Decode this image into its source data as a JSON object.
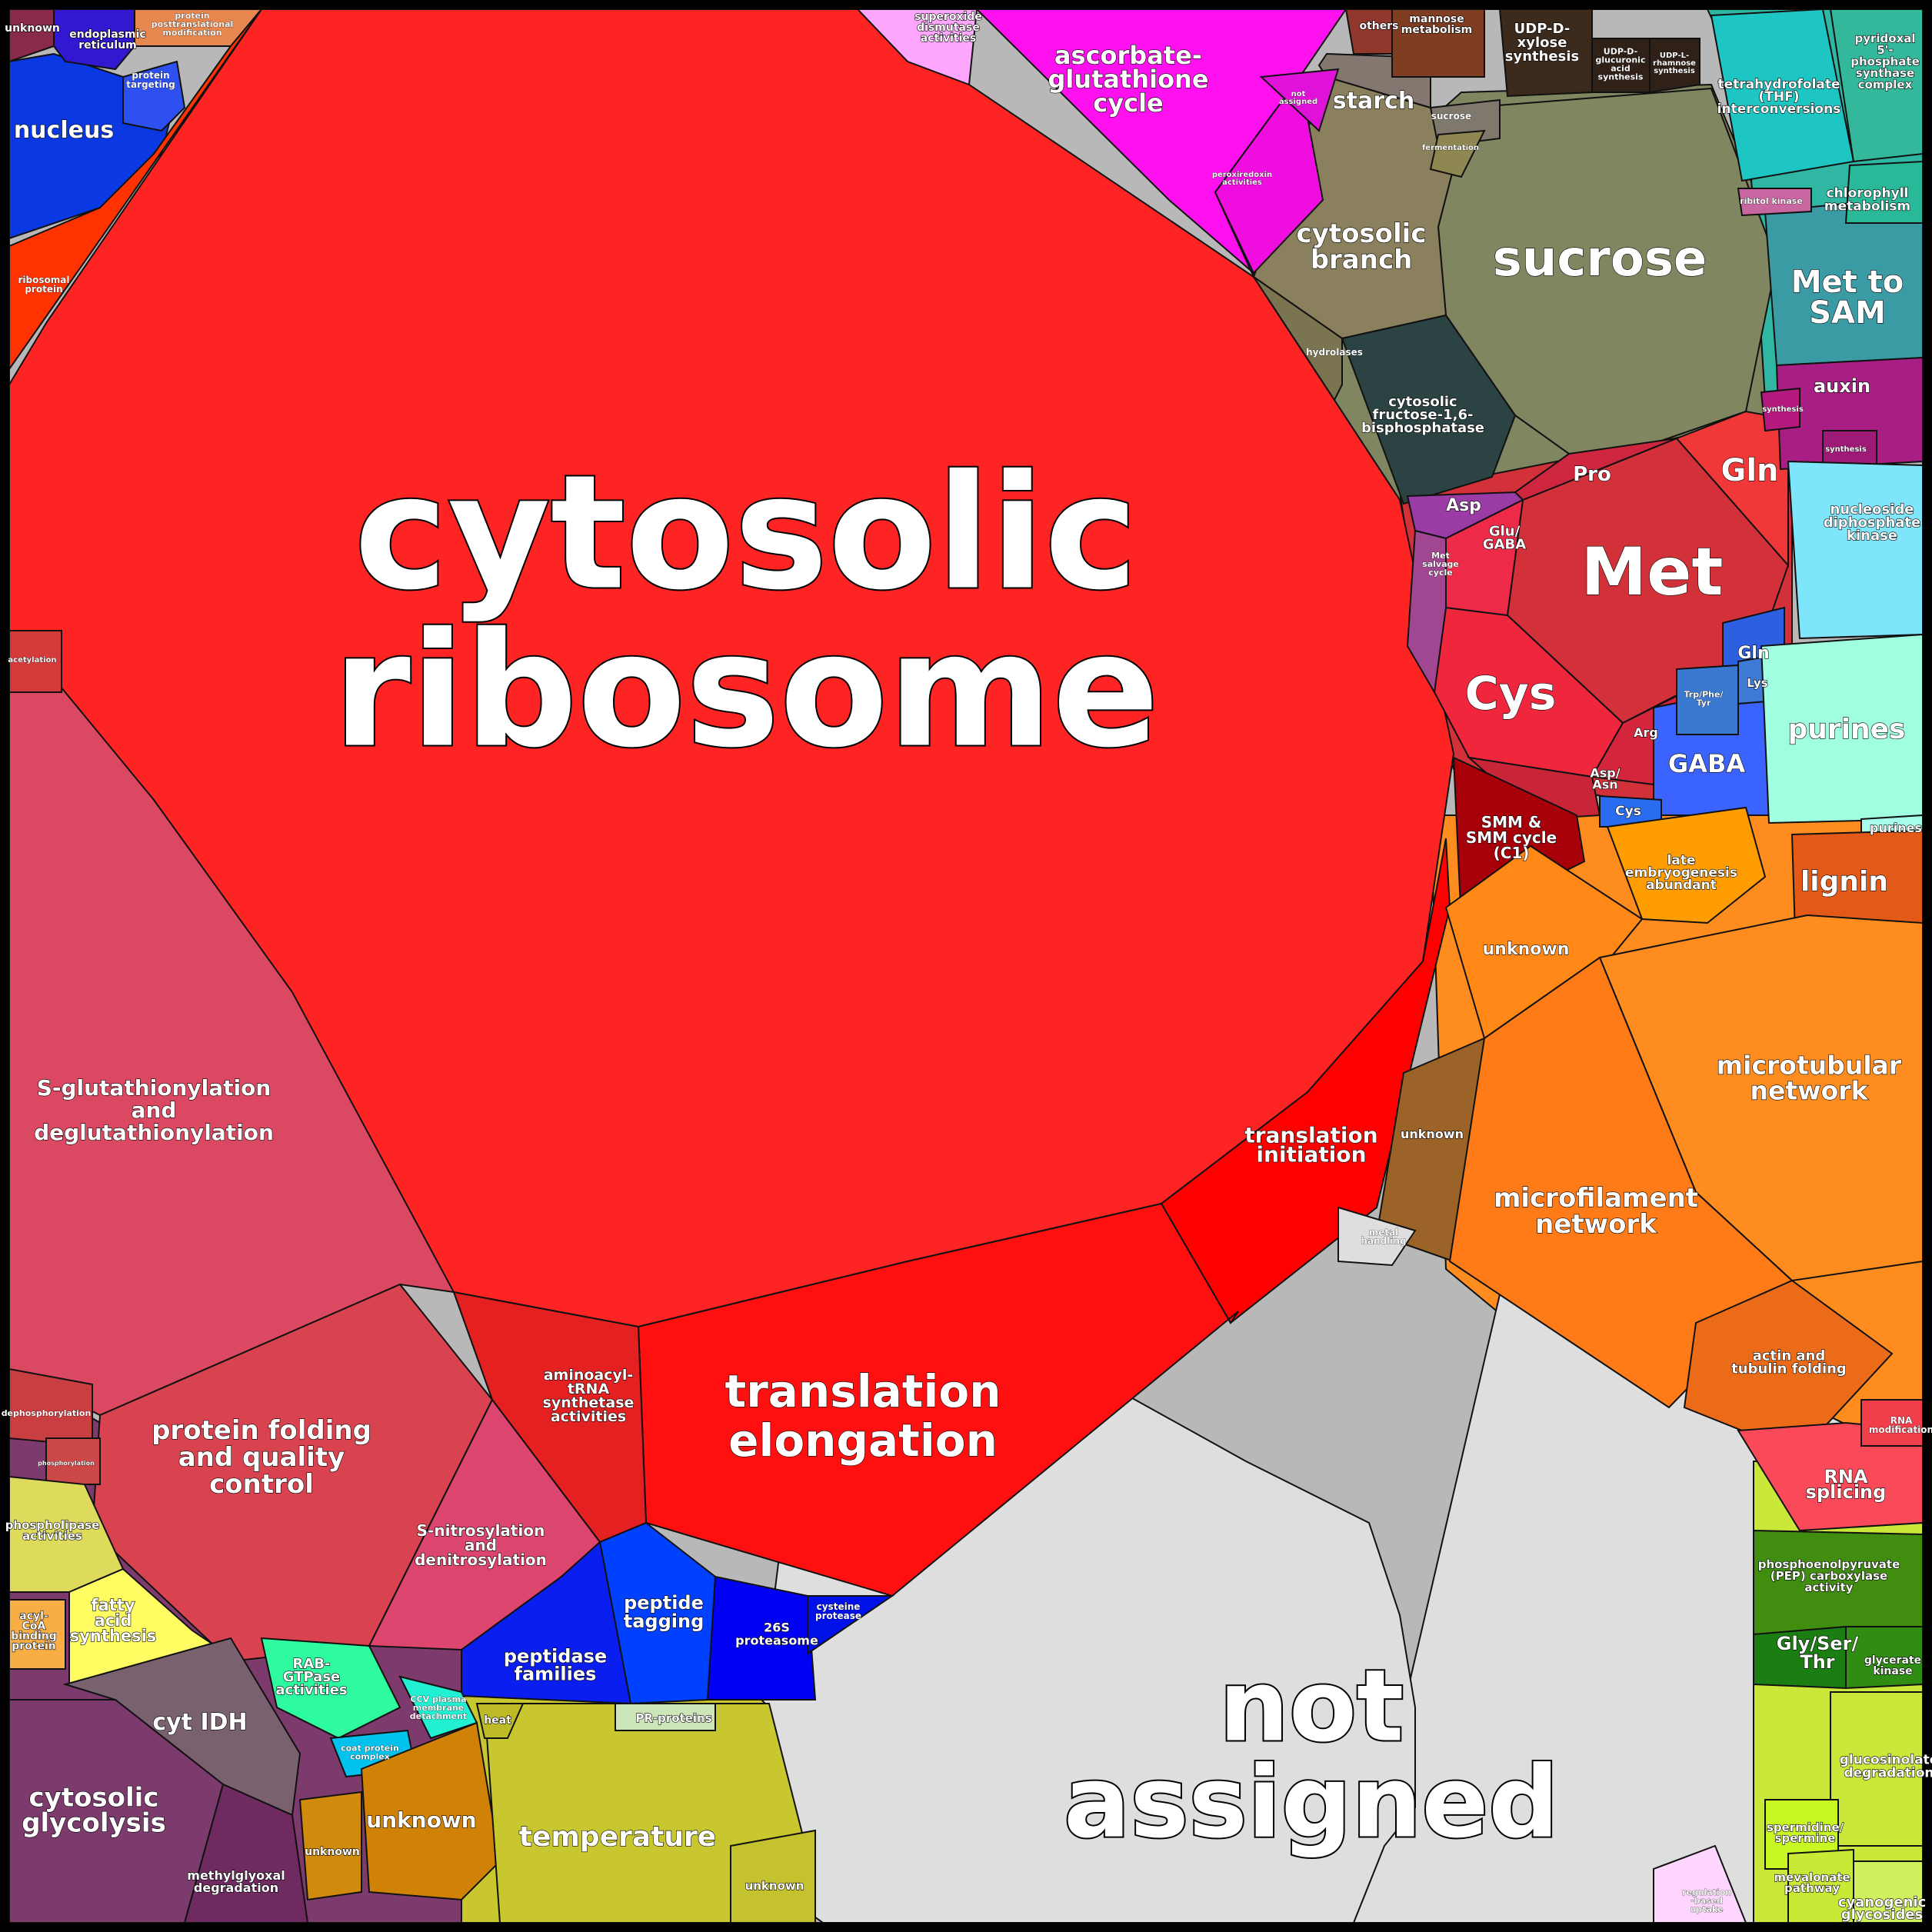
{
  "diagram": {
    "cells": {
      "cytosolic_ribosome": {
        "label": [
          "cytosolic",
          "ribosome"
        ],
        "color": "#fe2424"
      },
      "not_assigned": {
        "label": [
          "not",
          "assigned"
        ],
        "color": "#dedede"
      },
      "translation_elongation": {
        "label": [
          "translation",
          "elongation"
        ],
        "color": "#ff0f0f"
      },
      "translation_initiation": {
        "label": [
          "translation",
          "initiation"
        ],
        "color": "#ff0000"
      },
      "aminoacyl": {
        "label": [
          "aminoacyl-",
          "tRNA",
          "synthetase",
          "activities"
        ],
        "color": "#e42020"
      },
      "s_glut": {
        "label": [
          "S-glutathionylation",
          "and",
          "deglutathionylation"
        ],
        "color": "#db4862"
      },
      "protein_folding": {
        "label": [
          "protein folding",
          "and quality",
          "control"
        ],
        "color": "#d94350"
      },
      "s_nitro": {
        "label": [
          "S-nitrosylation",
          "and",
          "denitrosylation"
        ],
        "color": "#dc456e"
      },
      "peptide_tagging": {
        "label": [
          "peptide",
          "tagging"
        ],
        "color": "#0040ff"
      },
      "proteasome": {
        "label": [
          "26S",
          "proteasome"
        ],
        "color": "#0000f2"
      },
      "cysteine_protease": {
        "label": [
          "cysteine",
          "protease"
        ],
        "color": "#0010e8"
      },
      "peptidase": {
        "label": [
          "peptidase",
          "families"
        ],
        "color": "#0a1ef0"
      },
      "sucrose_big": {
        "label": [
          "sucrose"
        ],
        "color": "#7f8660"
      },
      "cytosolic_branch": {
        "label": [
          "cytosolic",
          "branch"
        ],
        "color": "#8b805d"
      },
      "starch": {
        "label": [
          "starch"
        ],
        "color": "#837770"
      },
      "fructose_bisphosphatase": {
        "label": [
          "cytosolic",
          "fructose-1,6-",
          "bisphosphatase"
        ],
        "color": "#2b4343"
      },
      "hydrolases": {
        "label": [
          "hydrolases"
        ],
        "color": "#7b7450"
      },
      "ascorbate": {
        "label": [
          "ascorbate-",
          "glutathione",
          "cycle"
        ],
        "color": "#ff10ee"
      },
      "peroxiredoxin": {
        "label": [
          "peroxiredoxin",
          "activities"
        ],
        "color": "#f00de0"
      },
      "superoxide": {
        "label": [
          "superoxide",
          "dismutase",
          "activities"
        ],
        "color": "#ffa6ff"
      },
      "not_assigned_small": {
        "label": [
          "not",
          "assigned"
        ],
        "color": "#e011d9"
      },
      "udp_xylose": {
        "label": [
          "UDP-D-",
          "xylose",
          "synthesis"
        ],
        "color": "#3c2a1c"
      },
      "udp_glucuronic": {
        "label": [
          "UDP-D-",
          "glucuronic",
          "acid",
          "synthesis"
        ],
        "color": "#2f2117"
      },
      "udp_rhamnose": {
        "label": [
          "UDP-L-",
          "rhamnose",
          "synthesis"
        ],
        "color": "#2f2117"
      },
      "mannose": {
        "label": [
          "mannose",
          "metabolism"
        ],
        "color": "#7f3d22"
      },
      "others": {
        "label": [
          "others"
        ],
        "color": "#92372b"
      },
      "sucrose_small": {
        "label": [
          "sucrose"
        ],
        "color": "#7f786c"
      },
      "fermentation": {
        "label": [
          "fermentation"
        ],
        "color": "#8e8752"
      },
      "starch_small": {
        "label": [
          "starch"
        ],
        "color": "#8a7d55"
      },
      "met": {
        "label": [
          "Met"
        ],
        "color": "#d33139"
      },
      "cys_big": {
        "label": [
          "Cys"
        ],
        "color": "#f0273c"
      },
      "gln_top": {
        "label": [
          "Gln"
        ],
        "color": "#f03838"
      },
      "pro": {
        "label": [
          "Pro"
        ],
        "color": "#cf2640"
      },
      "asp": {
        "label": [
          "Asp"
        ],
        "color": "#9b3ba6"
      },
      "met_salvage": {
        "label": [
          "Met",
          "salvage",
          "cycle"
        ],
        "color": "#a14791"
      },
      "glu_gaba": {
        "label": [
          "Glu/",
          "GABA"
        ],
        "color": "#ee2a49"
      },
      "arg": {
        "label": [
          "Arg"
        ],
        "color": "#d4253d"
      },
      "asp_asn": {
        "label": [
          "Asp/",
          "Asn"
        ],
        "color": "#c92538"
      },
      "gaba": {
        "label": [
          "GABA"
        ],
        "color": "#3a63ff"
      },
      "gln_small": {
        "label": [
          "Gln"
        ],
        "color": "#2d5fe0"
      },
      "lys": {
        "label": [
          "Lys"
        ],
        "color": "#3e7bd7"
      },
      "trp": {
        "label": [
          "Trp/Phe/",
          "Tyr"
        ],
        "color": "#3a79d2"
      },
      "cys_small": {
        "label": [
          "Cys"
        ],
        "color": "#2a6cf0"
      },
      "smm": {
        "label": [
          "SMM &",
          "SMM cycle",
          "(C1)"
        ],
        "color": "#a80008"
      },
      "met_to_sam": {
        "label": [
          "Met to",
          "SAM"
        ],
        "color": "#3b9ba5"
      },
      "thf": {
        "label": [
          "tetrahydrofolate",
          "(THF)",
          "interconversions"
        ],
        "color": "#1ec6c3"
      },
      "pyridoxal": {
        "label": [
          "pyridoxal",
          "5'-",
          "phosphate",
          "synthase",
          "complex"
        ],
        "color": "#33b89b"
      },
      "chlorophyll": {
        "label": [
          "chlorophyll",
          "metabolism"
        ],
        "color": "#29b999"
      },
      "ribitol": {
        "label": [
          "ribitol kinase"
        ],
        "color": "#c766a0"
      },
      "auxin": {
        "label": [
          "auxin"
        ],
        "color": "#a91e84"
      },
      "synthesis_a": {
        "label": [
          "synthesis"
        ],
        "color": "#b4197e"
      },
      "synthesis_b": {
        "label": [
          "synthesis"
        ],
        "color": "#9e1a77"
      },
      "nucleoside": {
        "label": [
          "nucleoside",
          "diphosphate",
          "kinase"
        ],
        "color": "#7fe5fb"
      },
      "purines": {
        "label": [
          "purines"
        ],
        "color": "#a0ffe0"
      },
      "purines_small": {
        "label": [
          "purines"
        ],
        "color": "#a7ffea"
      },
      "lignin": {
        "label": [
          "lignin"
        ],
        "color": "#e35a18"
      },
      "late_embryo": {
        "label": [
          "late",
          "embryogenesis",
          "abundant"
        ],
        "color": "#ff9c00"
      },
      "unknown_orange": {
        "label": [
          "unknown"
        ],
        "color": "#ff8816"
      },
      "unknown_brown": {
        "label": [
          "unknown"
        ],
        "color": "#9b6327"
      },
      "microtubular": {
        "label": [
          "microtubular",
          "network"
        ],
        "color": "#ff8c1e"
      },
      "microfilament": {
        "label": [
          "microfilament",
          "network"
        ],
        "color": "#ff7b17"
      },
      "actin": {
        "label": [
          "actin and",
          "tubulin folding"
        ],
        "color": "#ec6b18"
      },
      "metal_handling": {
        "label": [
          "metal",
          "handling"
        ],
        "color": "#dedede"
      },
      "rna_splicing": {
        "label": [
          "RNA",
          "splicing"
        ],
        "color": "#fa4a5a"
      },
      "rna_mod": {
        "label": [
          "RNA",
          "modification"
        ],
        "color": "#f03e4b"
      },
      "pep_carboxylase": {
        "label": [
          "phosphoenolpyruvate",
          "(PEP) carboxylase",
          "activity"
        ],
        "color": "#418d10"
      },
      "gly_ser": {
        "label": [
          "Gly/Ser/",
          "Thr"
        ],
        "color": "#1b7e12"
      },
      "glycerate": {
        "label": [
          "glycerate",
          "kinase"
        ],
        "color": "#2f8d14"
      },
      "glucosinolate": {
        "label": [
          "glucosinolate",
          "degradation"
        ],
        "color": "#c9e83a"
      },
      "spermidine": {
        "label": [
          "spermidine/",
          "spermine"
        ],
        "color": "#c8f724"
      },
      "mevalonate": {
        "label": [
          "mevalonate",
          "pathway"
        ],
        "color": "#c8e936"
      },
      "cyanogenic": {
        "label": [
          "cyanogenic",
          "glycosides"
        ],
        "color": "#d0f05e"
      },
      "regulation_uptake": {
        "label": [
          "regulation",
          "-based",
          "uptake"
        ],
        "color": "#ffd6ff"
      },
      "nucleus": {
        "label": [
          "nucleus"
        ],
        "color": "#0a39e4"
      },
      "er": {
        "label": [
          "endoplasmic",
          "reticulum"
        ],
        "color": "#3218d0"
      },
      "protein_targeting": {
        "label": [
          "protein",
          "targeting"
        ],
        "color": "#2e50f0"
      },
      "unknown_topleft": {
        "label": [
          "unknown"
        ],
        "color": "#8a2a4a"
      },
      "protein_ptm": {
        "label": [
          "protein",
          "posttranslational",
          "modification"
        ],
        "color": "#e5874e"
      },
      "ribosomal_protein": {
        "label": [
          "ribosomal",
          "protein"
        ],
        "color": "#ff3300"
      },
      "acetylation": {
        "label": [
          "acetylation"
        ],
        "color": "#d43a3a"
      },
      "dephosphorylation": {
        "label": [
          "dephosphorylation"
        ],
        "color": "#c93e40"
      },
      "phosphorylation": {
        "label": [
          "phosphorylation"
        ],
        "color": "#cc4848"
      },
      "phospholipase": {
        "label": [
          "phospholipase",
          "activities"
        ],
        "color": "#dedb5c"
      },
      "fatty_acid": {
        "label": [
          "fatty",
          "acid",
          "synthesis"
        ],
        "color": "#fffd62"
      },
      "acyl_coa": {
        "label": [
          "acyl-",
          "CoA",
          "binding",
          "protein"
        ],
        "color": "#f9ae45"
      },
      "cyt_idh": {
        "label": [
          "cyt IDH"
        ],
        "color": "#7a6170"
      },
      "cytosolic_glycolysis": {
        "label": [
          "cytosolic",
          "glycolysis"
        ],
        "color": "#7d3a6c"
      },
      "methylglyoxal": {
        "label": [
          "methylglyoxal",
          "degradation"
        ],
        "color": "#6f2a5f"
      },
      "rab_gtpase": {
        "label": [
          "RAB-",
          "GTPase",
          "activities"
        ],
        "color": "#2efaa0"
      },
      "ccv": {
        "label": [
          "CCV plasma",
          "membrane",
          "detachment"
        ],
        "color": "#22f0d2"
      },
      "coat_protein": {
        "label": [
          "coat protein",
          "complex"
        ],
        "color": "#00c2ec"
      },
      "unknown_bottom": {
        "label": [
          "unknown"
        ],
        "color": "#cf8205"
      },
      "unknown_bottom_small": {
        "label": [
          "unknown"
        ],
        "color": "#d08a0c"
      },
      "temperature": {
        "label": [
          "temperature"
        ],
        "color": "#c9c72f"
      },
      "heat": {
        "label": [
          "heat"
        ],
        "color": "#bdba28"
      },
      "pr_proteins": {
        "label": [
          "PR-proteins"
        ],
        "color": "#cce6b8"
      },
      "unknown_olive": {
        "label": [
          "unknown"
        ],
        "color": "#c4c22e"
      }
    }
  }
}
